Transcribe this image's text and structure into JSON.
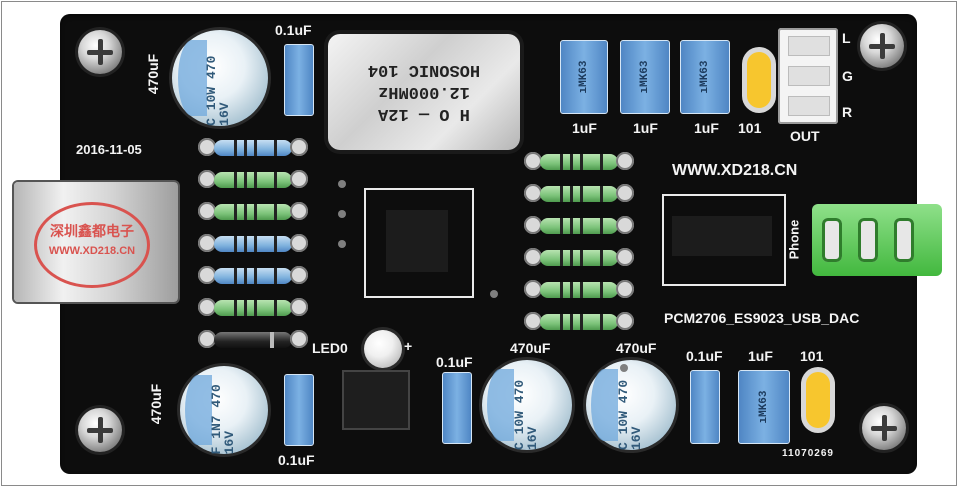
{
  "board": {
    "date_code": "2016-11-05",
    "website": "WWW.XD218.CN",
    "model": "PCM2706_ES9023_USB_DAC",
    "serial": "11070269",
    "out_label": "OUT",
    "phone_label": "Phone",
    "led_label": "LED0",
    "led_plus": "+",
    "out_pins": [
      "L",
      "G",
      "R"
    ]
  },
  "crystal": {
    "line1": "H O — 12A",
    "line2": "12.000MHz",
    "line3": "HOSONIC 104"
  },
  "usb_sticker": {
    "line1": "深圳鑫都电子",
    "line2": "WWW.XD218.CN"
  },
  "labels": {
    "cap_470_tl": "470uF",
    "cap_01_top": "0.1uF",
    "cap_1uF_a": "1uF",
    "cap_1uF_b": "1uF",
    "cap_1uF_c": "1uF",
    "cap_101_top": "101",
    "cap_470_bl": "470uF",
    "cap_01_bottom": "0.1uF",
    "cap_01_mid": "0.1uF",
    "cap_470_mid1": "470uF",
    "cap_470_mid2": "470uF",
    "cap_01_right": "0.1uF",
    "cap_1uF_right": "1uF",
    "cap_101_bottom": "101"
  },
  "part_markings": {
    "ecap_top": "C 10W 470 16V",
    "ecap_bl": "F 1N7 470 16V",
    "ecap_mid": "C 10W 470 16V",
    "boxcap": "ıMK63"
  },
  "colors": {
    "pcb": "#0d0d0d",
    "silkscreen": "#f4f4f4",
    "box_cap": "#6fa8dc",
    "jack": "#42b83e",
    "seal": "#d9534f"
  }
}
